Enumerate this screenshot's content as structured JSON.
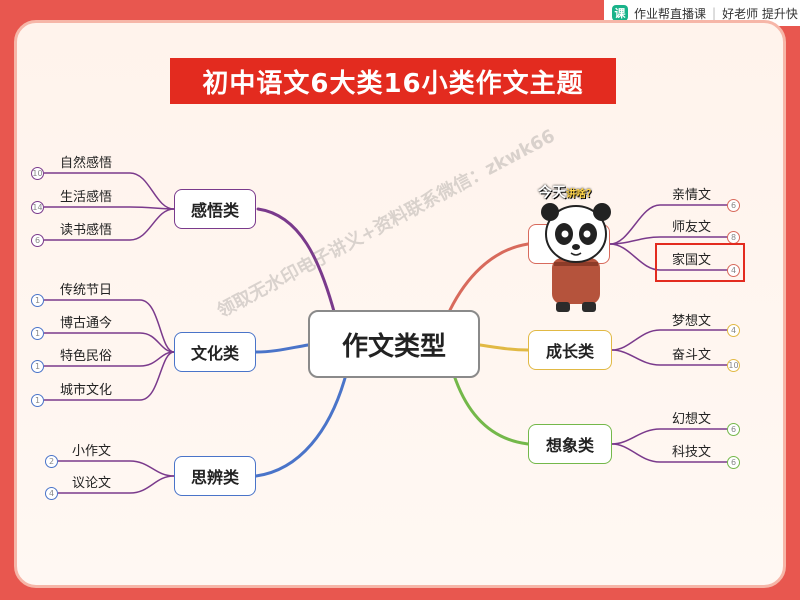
{
  "brand": {
    "name": "作业帮直播课",
    "slogan": "好老师 提升快"
  },
  "title": "初中语文6大类16小类作文主题",
  "center": "作文类型",
  "categories": [
    {
      "label": "感悟类",
      "leaves": [
        {
          "label": "自然感悟",
          "count": "10"
        },
        {
          "label": "生活感悟",
          "count": "14"
        },
        {
          "label": "读书感悟",
          "count": "6"
        }
      ]
    },
    {
      "label": "文化类",
      "leaves": [
        {
          "label": "传统节日",
          "count": "1"
        },
        {
          "label": "博古通今",
          "count": "1"
        },
        {
          "label": "特色民俗",
          "count": "1"
        },
        {
          "label": "城市文化",
          "count": "1"
        }
      ]
    },
    {
      "label": "思辨类",
      "leaves": [
        {
          "label": "小作文",
          "count": "2"
        },
        {
          "label": "议论文",
          "count": "4"
        }
      ]
    },
    {
      "label": "",
      "leaves": [
        {
          "label": "亲情文",
          "count": "6"
        },
        {
          "label": "师友文",
          "count": "8"
        },
        {
          "label": "家国文",
          "count": "4"
        }
      ]
    },
    {
      "label": "成长类",
      "leaves": [
        {
          "label": "梦想文",
          "count": "4"
        },
        {
          "label": "奋斗文",
          "count": "10"
        }
      ]
    },
    {
      "label": "想象类",
      "leaves": [
        {
          "label": "幻想文",
          "count": "6"
        },
        {
          "label": "科技文",
          "count": "6"
        }
      ]
    }
  ],
  "panda_caption": {
    "main": "今天",
    "sub": "讲啥？"
  },
  "watermark": "领取无水印电子讲义+资料联系微信：zkwk66",
  "colors": {
    "purple": "#7a3a8c",
    "blue": "#4a74c9",
    "yellow": "#e1b944",
    "green": "#74b84a",
    "red": "#d86a5c",
    "title_bg": "#e32b1f"
  }
}
